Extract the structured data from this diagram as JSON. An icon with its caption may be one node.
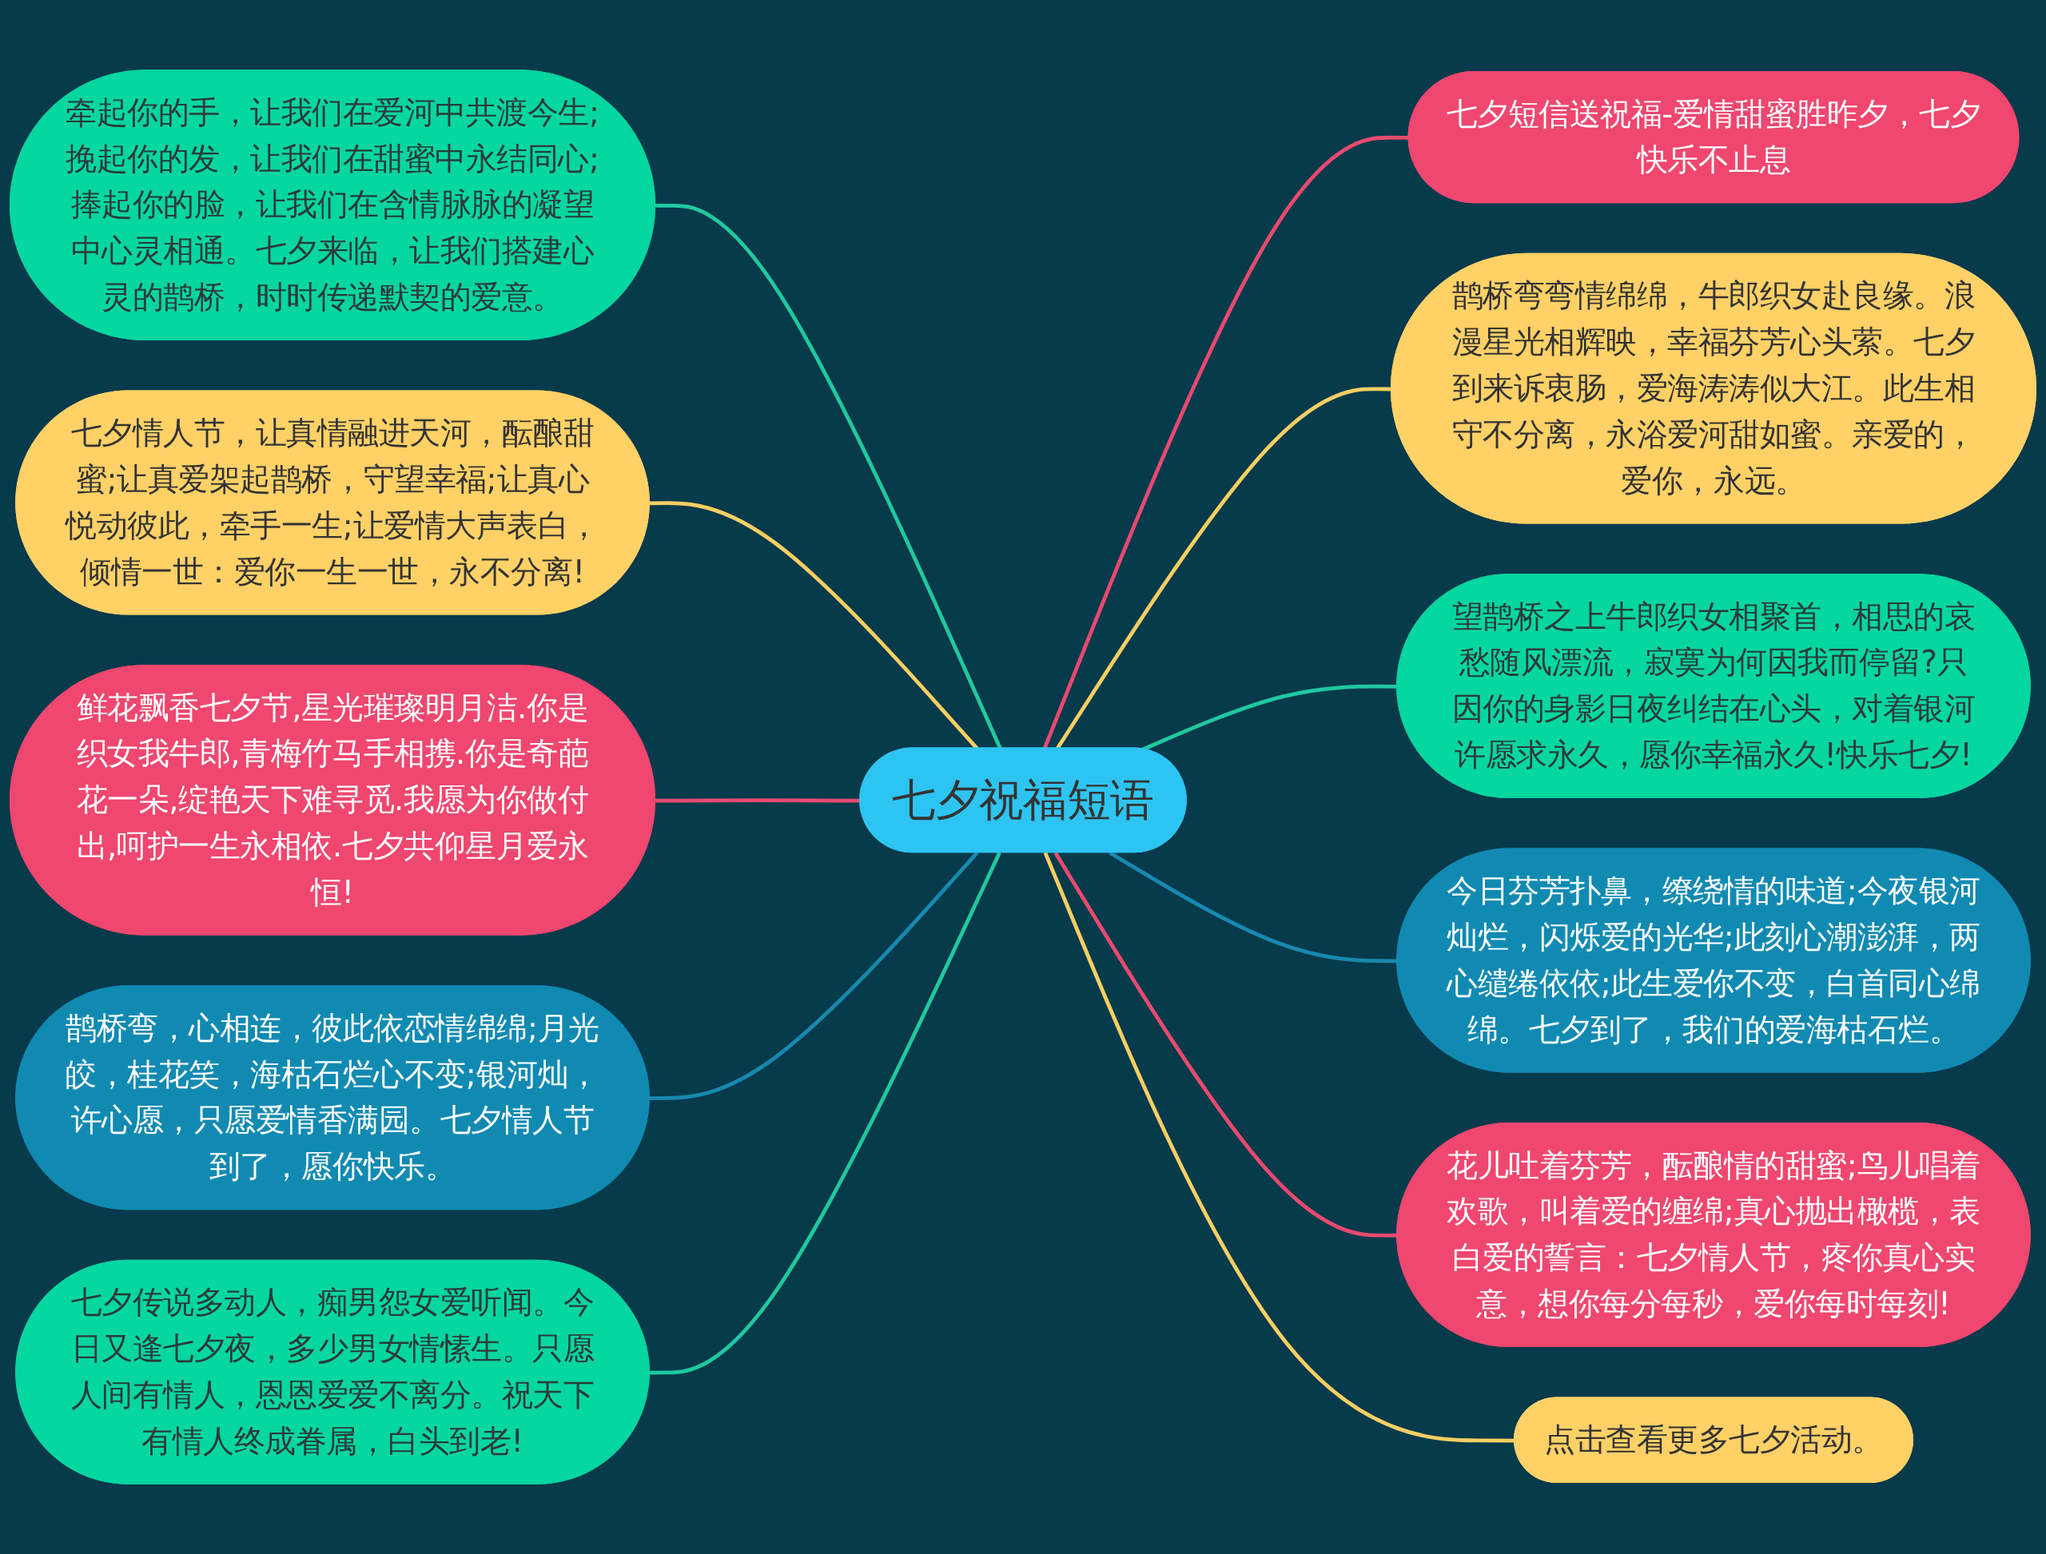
{
  "diagram": {
    "nodes": [
      {
        "text": [
          "七夕祝福短语"
        ]
      },
      {
        "text": [
          "牵起你的手，让我们在爱河中共渡今生;挽起你的发，让我们在甜蜜中永结同心;捧起你的脸，让我们在含情脉脉的凝望中心灵相通。七夕来临，让我们搭建心灵的鹊桥，时时传递默契的爱意。"
        ]
      },
      {
        "text": [
          "七夕情人节，让真情融进天河，酝酿甜蜜;让真爱架起鹊桥，守望幸福;让真心悦动彼此，牵手一生;让爱情大声表白，倾情一世：爱你一生一世，永不分离!"
        ]
      },
      {
        "text": [
          "鲜花飘香七夕节,星光璀璨明月洁.你是织女我牛郎,青梅竹马手相携.你是奇葩花一朵,绽艳天下难寻觅.我愿为你做付出,呵护一生永相依.七夕共仰星月爱永恒!"
        ]
      },
      {
        "text": [
          "鹊桥弯，心相连，彼此依恋情绵绵;月光皎，桂花笑，海枯石烂心不变;银河灿，许心愿，只愿爱情香满园。七夕情人节到了，愿你快乐。"
        ]
      },
      {
        "text": [
          "七夕传说多动人，痴男怨女爱听闻。今日又逢七夕夜，多少男女情愫生。只愿人间有情人，恩恩爱爱不离分。祝天下有情人终成眷属，白头到老!"
        ]
      },
      {
        "text": [
          "七夕短信送祝福-爱情甜蜜胜昨夕，七夕快乐不止息"
        ]
      },
      {
        "text": [
          "鹊桥弯弯情绵绵，牛郎织女赴良缘。浪漫星光相辉映，幸福芬芳心头萦。七夕到来诉衷肠，爱海涛涛似大江。此生相守不分离，永浴爱河甜如蜜。亲爱的，爱你，永远。"
        ]
      },
      {
        "text": [
          "望鹊桥之上牛郎织女相聚首，相思的哀愁随风漂流，寂寞为何因我而停留?只因你的身影日夜纠结在心头，对着银河许愿求永久，愿你幸福永久!快乐七夕!"
        ]
      },
      {
        "text": [
          "今日芬芳扑鼻，缭绕情的味道;今夜银河灿烂，闪烁爱的光华;此刻心潮澎湃，两心缱绻依依;此生爱你不变，白首同心绵绵。七夕到了，我们的爱海枯石烂。"
        ]
      },
      {
        "text": [
          "花儿吐着芬芳，酝酿情的甜蜜;鸟儿唱着欢歌，叫着爱的缠绵;真心抛出橄榄，表白爱的誓言：七夕情人节，疼你真心实意，想你每分每秒，爱你每时每刻!"
        ]
      },
      {
        "text": [
          "点击查看更多七夕活动。"
        ]
      }
    ],
    "edges": [
      {
        "from": 1,
        "to": 0,
        "arrow": "none",
        "color": "#1fc9a0"
      },
      {
        "from": 2,
        "to": 0,
        "arrow": "none",
        "color": "#f5cf63"
      },
      {
        "from": 3,
        "to": 0,
        "arrow": "none",
        "color": "#e84a70"
      },
      {
        "from": 4,
        "to": 0,
        "arrow": "none",
        "color": "#1789b0"
      },
      {
        "from": 5,
        "to": 0,
        "arrow": "none",
        "color": "#1fc9a0"
      },
      {
        "from": 0,
        "to": 6,
        "arrow": "none",
        "color": "#e84a70"
      },
      {
        "from": 0,
        "to": 7,
        "arrow": "none",
        "color": "#f5cf63"
      },
      {
        "from": 0,
        "to": 8,
        "arrow": "none",
        "color": "#1fc9a0"
      },
      {
        "from": 0,
        "to": 9,
        "arrow": "none",
        "color": "#1789b0"
      },
      {
        "from": 0,
        "to": 10,
        "arrow": "none",
        "color": "#e84a70"
      },
      {
        "from": 0,
        "to": 11,
        "arrow": "none",
        "color": "#f5cf63"
      }
    ]
  }
}
